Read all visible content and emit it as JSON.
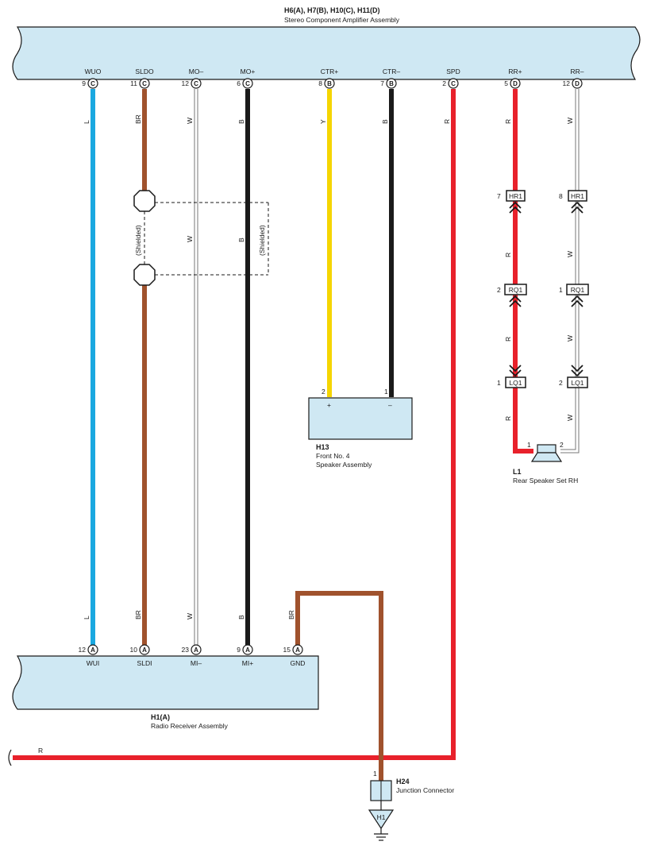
{
  "amplifier": {
    "connectors": "H6(A), H7(B), H10(C), H11(D)",
    "name": "Stereo Component Amplifier Assembly",
    "terminals": [
      {
        "label": "WUO",
        "pin": "9",
        "conn": "C",
        "wire": "L"
      },
      {
        "label": "SLDO",
        "pin": "11",
        "conn": "C",
        "wire": "BR"
      },
      {
        "label": "MO–",
        "pin": "12",
        "conn": "C",
        "wire": "W"
      },
      {
        "label": "MO+",
        "pin": "6",
        "conn": "C",
        "wire": "B"
      },
      {
        "label": "CTR+",
        "pin": "8",
        "conn": "B",
        "wire": "Y"
      },
      {
        "label": "CTR–",
        "pin": "7",
        "conn": "B",
        "wire": "B"
      },
      {
        "label": "SPD",
        "pin": "2",
        "conn": "C",
        "wire": "R"
      },
      {
        "label": "RR+",
        "pin": "5",
        "conn": "D",
        "wire": "R"
      },
      {
        "label": "RR–",
        "pin": "12",
        "conn": "D",
        "wire": "W"
      }
    ]
  },
  "shield": {
    "label_left": "(Shielded)",
    "label_right": "(Shielded)",
    "wire_w": "W",
    "wire_b": "B"
  },
  "front_speaker": {
    "code": "H13",
    "name_line1": "Front No.  4",
    "name_line2": "Speaker Assembly",
    "pin_plus": "2",
    "pin_minus": "1",
    "sym_plus": "+",
    "sym_minus": "–"
  },
  "rear_path": {
    "hr1_left_pin": "7",
    "hr1_right_pin": "8",
    "hr1": "HR1",
    "rq1_left_pin": "2",
    "rq1_right_pin": "1",
    "rq1": "RQ1",
    "lq1_left_pin": "1",
    "lq1_right_pin": "2",
    "lq1": "LQ1",
    "wire_r": "R",
    "wire_w": "W"
  },
  "rear_speaker": {
    "code": "L1",
    "name": "Rear Speaker Set RH",
    "pin1": "1",
    "pin2": "2"
  },
  "radio": {
    "connector": "H1(A)",
    "name": "Radio Receiver Assembly",
    "terminals": [
      {
        "label": "WUI",
        "pin": "12",
        "conn": "A",
        "wire": "L"
      },
      {
        "label": "SLDI",
        "pin": "10",
        "conn": "A",
        "wire": "BR"
      },
      {
        "label": "MI–",
        "pin": "23",
        "conn": "A",
        "wire": "W"
      },
      {
        "label": "MI+",
        "pin": "9",
        "conn": "A",
        "wire": "B"
      },
      {
        "label": "GND",
        "pin": "15",
        "conn": "A",
        "wire": "BR"
      }
    ]
  },
  "spd_wire": "R",
  "junction": {
    "code": "H24",
    "name": "Junction Connector",
    "pin": "1"
  },
  "ground": {
    "label": "H1"
  },
  "colors": {
    "L": "#1aa8e0",
    "BR": "#a0522d",
    "W": "#ffffff",
    "B": "#1a1a1a",
    "Y": "#f5d500",
    "R": "#e8212b",
    "component_fill": "#cfe8f3"
  }
}
